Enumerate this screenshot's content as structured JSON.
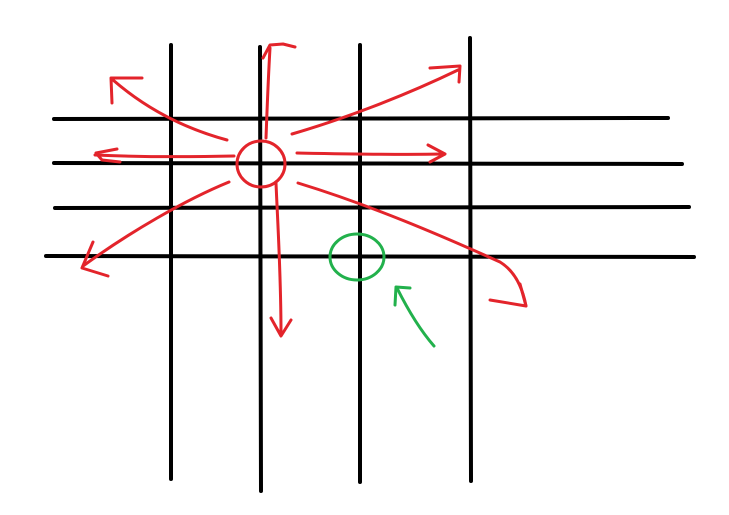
{
  "colors": {
    "background": "#ffffff",
    "grid": "#000000",
    "red_marker": "#e3242b",
    "green_marker": "#22b14c"
  },
  "diagram": {
    "grid_horizontal_line_count": 4,
    "grid_vertical_line_count": 4,
    "red_circle_icon": "circle-outline",
    "red_arrow_count": 8,
    "green_circle_icon": "circle-outline",
    "green_arrow_icon": "arrow-up-left"
  }
}
